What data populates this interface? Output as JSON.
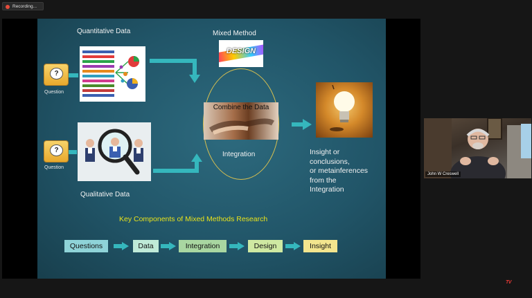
{
  "recording": {
    "label": "Recording..."
  },
  "slide": {
    "quantitative_title": "Quantitative Data",
    "mixed_method_title": "Mixed Method",
    "design_card_text": "DESIGN",
    "question_label_top": "Question",
    "question_label_bottom": "Question",
    "combine_label": "Combine the Data",
    "integration_label": "Integration",
    "qualitative_title": "Qualitative Data",
    "insight_lines": [
      "Insight or",
      "conclusions,",
      "or metainferences",
      "from the",
      "Integration"
    ],
    "key_components": "Key Components of Mixed Methods Research",
    "flow": [
      {
        "label": "Questions",
        "color": "#8fd3d8"
      },
      {
        "label": "Data",
        "color": "#bfead8"
      },
      {
        "label": "Integration",
        "color": "#a9d7a1"
      },
      {
        "label": "Design",
        "color": "#cfe9a2"
      },
      {
        "label": "Insight",
        "color": "#f3e58e"
      }
    ],
    "accent_teal": "#35b7bd",
    "accent_yellow": "#e8e21b"
  },
  "participant": {
    "name": "John W Creswell"
  },
  "watermark": {
    "text": "TV"
  }
}
